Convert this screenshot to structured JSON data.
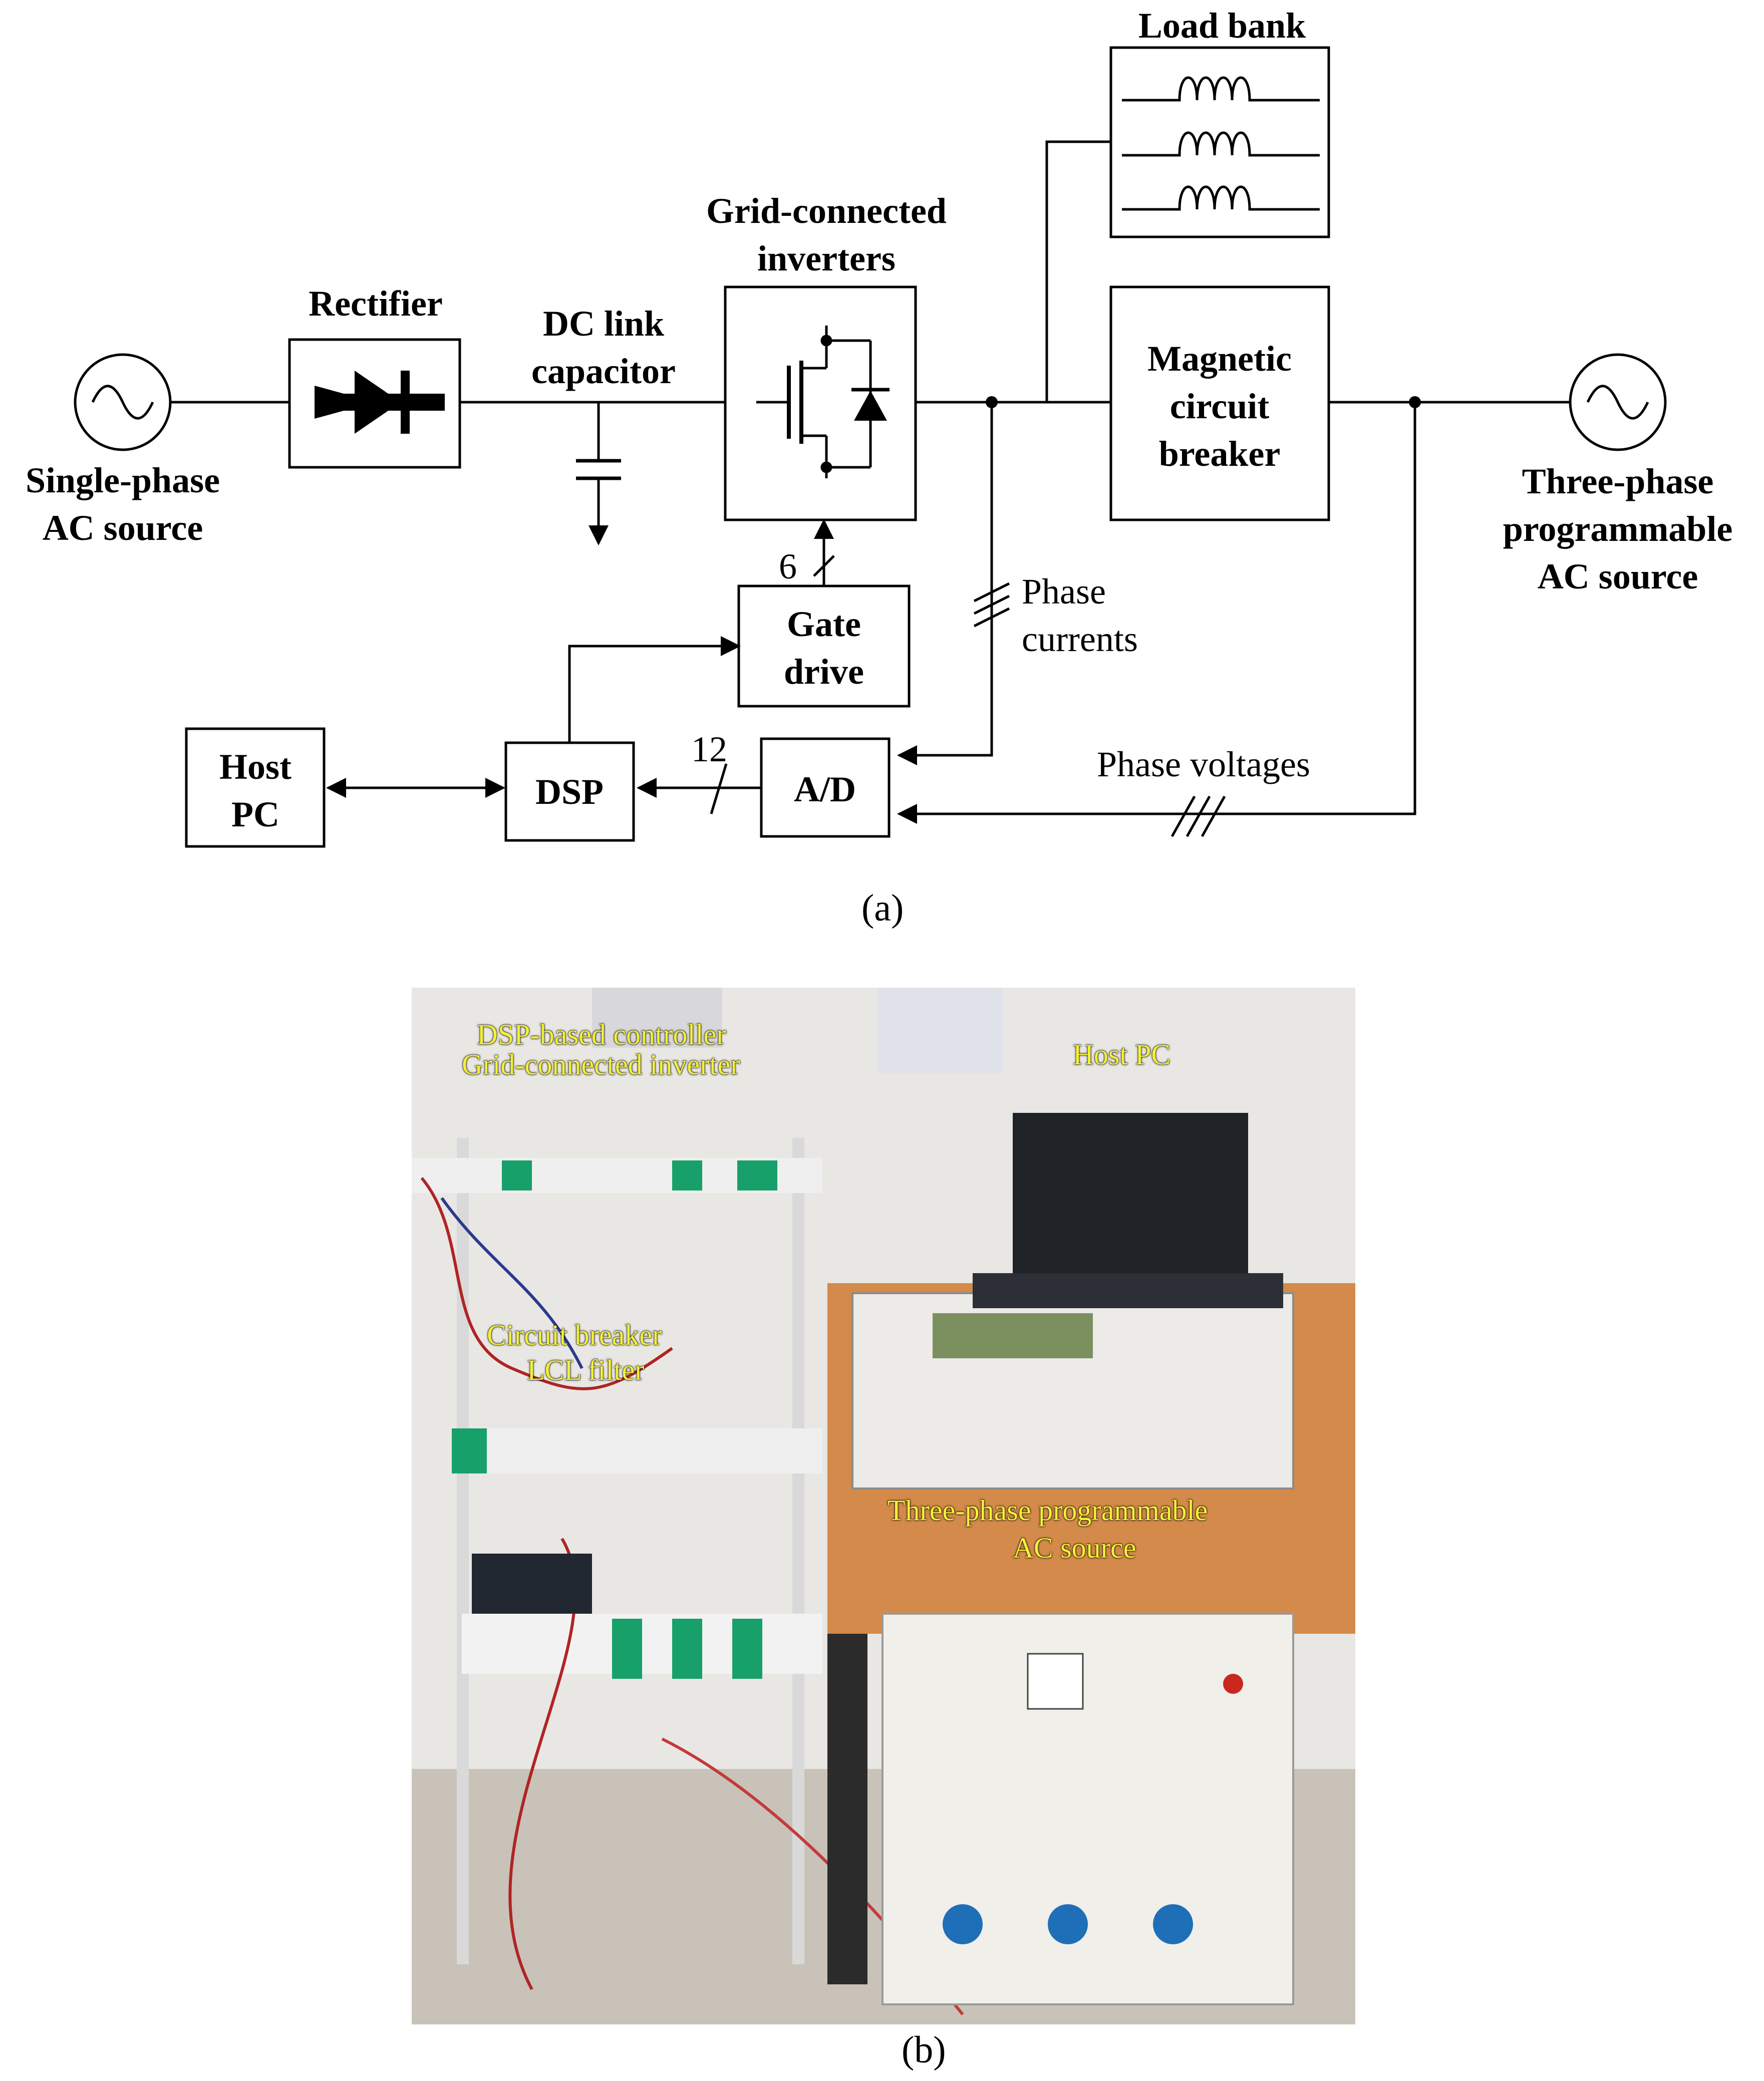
{
  "diagram": {
    "single_phase_source": [
      "Single-phase",
      "AC source"
    ],
    "rectifier": "Rectifier",
    "dc_link": [
      "DC link",
      "capacitor"
    ],
    "inverters": [
      "Grid-connected",
      "inverters"
    ],
    "load_bank": "Load bank",
    "breaker": [
      "Magnetic",
      "circuit",
      "breaker"
    ],
    "three_phase_source": [
      "Three-phase",
      "programmable",
      "AC source"
    ],
    "gate_drive": [
      "Gate",
      "drive"
    ],
    "phase_currents": [
      "Phase",
      "currents"
    ],
    "phase_voltages": "Phase voltages",
    "host_pc": [
      "Host",
      "PC"
    ],
    "dsp": "DSP",
    "ad": "A/D",
    "bus_gate": "6",
    "bus_adc": "12"
  },
  "captions": {
    "a": "(a)",
    "b": "(b)"
  },
  "photo": {
    "labels": {
      "dsp_controller": "DSP-based controller",
      "inverter": "Grid-connected inverter",
      "host_pc": "Host PC",
      "circuit_breaker": "Circuit breaker",
      "lcl_filter": "LCL filter",
      "ac_source": [
        "Three-phase programmable",
        "AC source"
      ]
    }
  }
}
